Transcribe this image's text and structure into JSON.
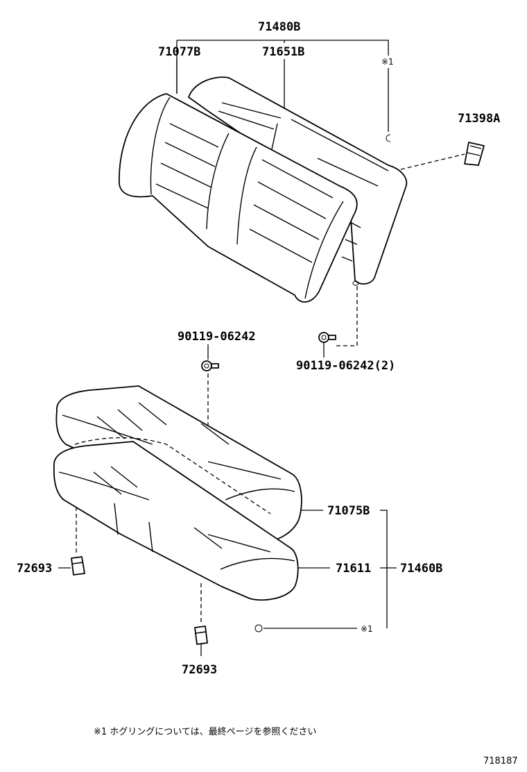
{
  "labels": {
    "back_assy": "71480B",
    "back_pad": "71077B",
    "back_cover": "71651B",
    "ref_mark_top": "※1",
    "headrest_support": "71398A",
    "bolt_upper": "90119-06242",
    "bolt_lower": "90119-06242(2)",
    "cushion_pad": "71075B",
    "cushion_cover": "71611",
    "cushion_assy": "71460B",
    "ref_mark_bottom": "※1",
    "clip_left": "72693",
    "clip_bottom": "72693"
  },
  "footnote": "※1  ホグリングについては、最終ページを参照ください",
  "diagram_id": "718187"
}
